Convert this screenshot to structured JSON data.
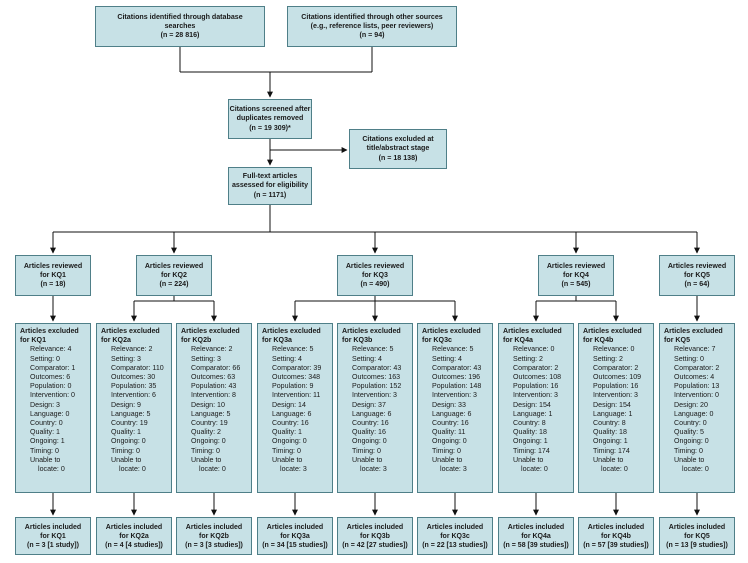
{
  "top": {
    "database": {
      "title": "Citations identified through database searches",
      "n": "(n = 28 816)"
    },
    "other": {
      "title": "Citations identified through other sources (e.g., reference lists, peer reviewers)",
      "n": "(n = 94)"
    }
  },
  "screened": {
    "title": "Citations screened after duplicates removed",
    "n": "(n = 19 309)*"
  },
  "excluded_title": {
    "title": "Citations excluded at title/abstract stage",
    "n": "(n = 18 138)"
  },
  "fulltext": {
    "title": "Full-text articles assessed for eligibility",
    "n": "(n = 1171)"
  },
  "reviewed": [
    {
      "line1": "Articles reviewed",
      "line2": "for KQ1",
      "n": "(n = 18)"
    },
    {
      "line1": "Articles reviewed",
      "line2": "for KQ2",
      "n": "(n = 224)"
    },
    {
      "line1": "Articles reviewed",
      "line2": "for KQ3",
      "n": "(n = 490)"
    },
    {
      "line1": "Articles reviewed",
      "line2": "for KQ4",
      "n": "(n = 545)"
    },
    {
      "line1": "Articles reviewed",
      "line2": "for KQ5",
      "n": "(n = 64)"
    }
  ],
  "excluded": [
    {
      "title": "Articles excluded for KQ1",
      "rows": [
        "Relevance: 4",
        "Setting: 0",
        "Comparator: 1",
        "Outcomes: 6",
        "Population: 0",
        "Intervention: 0",
        "Design: 3",
        "Language: 0",
        "Country: 0",
        "Quality: 1",
        "Ongoing: 1",
        "Timing: 0",
        "Unable to"
      ],
      "last": "locate: 0"
    },
    {
      "title": "Articles excluded for KQ2a",
      "rows": [
        "Relevance: 2",
        "Setting: 3",
        "Comparator: 110",
        "Outcomes: 30",
        "Population: 35",
        "Intervention: 6",
        "Design: 9",
        "Language: 5",
        "Country: 19",
        "Quality: 1",
        "Ongoing: 0",
        "Timing: 0",
        "Unable to"
      ],
      "last": "locate: 0"
    },
    {
      "title": "Articles excluded for KQ2b",
      "rows": [
        "Relevance: 2",
        "Setting: 3",
        "Comparator: 66",
        "Outcomes: 63",
        "Population: 43",
        "Intervention: 8",
        "Design: 10",
        "Language: 5",
        "Country: 19",
        "Quality: 2",
        "Ongoing: 0",
        "Timing: 0",
        "Unable to"
      ],
      "last": "locate: 0"
    },
    {
      "title": "Articles excluded for KQ3a",
      "rows": [
        "Relevance: 5",
        "Setting: 4",
        "Comparator: 39",
        "Outcomes: 348",
        "Population: 9",
        "Intervention: 11",
        "Design: 14",
        "Language: 6",
        "Country: 16",
        "Quality: 1",
        "Ongoing: 0",
        "Timing: 0",
        "Unable to"
      ],
      "last": "locate: 3"
    },
    {
      "title": "Articles excluded for KQ3b",
      "rows": [
        "Relevance: 5",
        "Setting: 4",
        "Comparator: 43",
        "Outcomes: 163",
        "Population: 152",
        "Intervention: 3",
        "Design: 37",
        "Language: 6",
        "Country: 16",
        "Quality: 16",
        "Ongoing: 0",
        "Timing: 0",
        "Unable to"
      ],
      "last": "locate: 3"
    },
    {
      "title": "Articles excluded for KQ3c",
      "rows": [
        "Relevance: 5",
        "Setting: 4",
        "Comparator: 43",
        "Outcomes: 196",
        "Population: 148",
        "Intervention: 3",
        "Design: 33",
        "Language: 6",
        "Country: 16",
        "Quality: 11",
        "Ongoing: 0",
        "Timing: 0",
        "Unable to"
      ],
      "last": "locate: 3"
    },
    {
      "title": "Articles excluded for KQ4a",
      "rows": [
        "Relevance: 0",
        "Setting: 2",
        "Comparator: 2",
        "Outcomes: 108",
        "Population: 16",
        "Intervention: 3",
        "Design: 154",
        "Language: 1",
        "Country: 8",
        "Quality: 18",
        "Ongoing: 1",
        "Timing: 174",
        "Unable to"
      ],
      "last": "locate: 0"
    },
    {
      "title": "Articles excluded for KQ4b",
      "rows": [
        "Relevance: 0",
        "Setting: 2",
        "Comparator: 2",
        "Outcomes: 109",
        "Population: 16",
        "Intervention: 3",
        "Design: 154",
        "Language: 1",
        "Country: 8",
        "Quality: 18",
        "Ongoing: 1",
        "Timing: 174",
        "Unable to"
      ],
      "last": "locate: 0"
    },
    {
      "title": "Articles excluded for KQ5",
      "rows": [
        "Relevance: 7",
        "Setting: 0",
        "Comparator: 2",
        "Outcomes: 4",
        "Population: 13",
        "Intervention: 0",
        "Design: 20",
        "Language: 0",
        "Country: 0",
        "Quality: 5",
        "Ongoing: 0",
        "Timing: 0",
        "Unable to"
      ],
      "last": "locate: 0"
    }
  ],
  "included": [
    {
      "line1": "Articles included",
      "line2": "for KQ1",
      "n": "(n = 3 [1 study])"
    },
    {
      "line1": "Articles included",
      "line2": "for KQ2a",
      "n": "(n = 4 [4 studies])"
    },
    {
      "line1": "Articles included",
      "line2": "for KQ2b",
      "n": "(n = 3 [3 studies])"
    },
    {
      "line1": "Articles included",
      "line2": "for KQ3a",
      "n": "(n = 34 [15 studies])"
    },
    {
      "line1": "Articles included",
      "line2": "for KQ3b",
      "n": "(n = 42 [27 studies])"
    },
    {
      "line1": "Articles included",
      "line2": "for KQ3c",
      "n": "(n = 22 [13 studies])"
    },
    {
      "line1": "Articles included",
      "line2": "for KQ4a",
      "n": "(n = 58 [39 studies])"
    },
    {
      "line1": "Articles included",
      "line2": "for KQ4b",
      "n": "(n = 57 [39 studies])"
    },
    {
      "line1": "Articles included",
      "line2": "for KQ5",
      "n": "(n = 13 [9 studies])"
    }
  ],
  "colors": {
    "box_fill": "#c7e1e6",
    "box_border": "#4f7f88",
    "line": "#111111"
  }
}
